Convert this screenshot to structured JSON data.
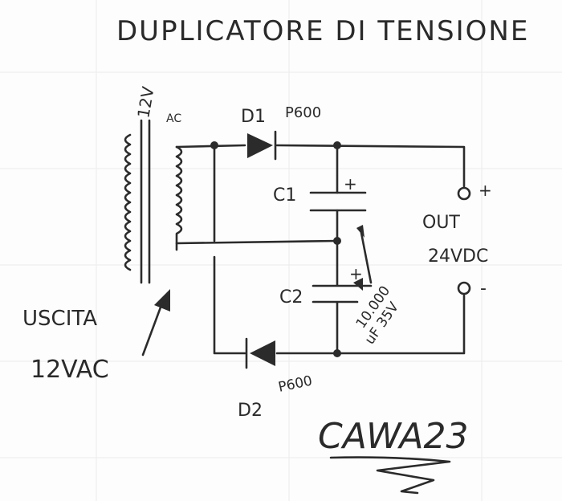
{
  "title": "DUPLICATORE DI TENSIONE",
  "transformer": {
    "rating_top": "12V",
    "rating_sub": "AC"
  },
  "diodes": [
    {
      "ref": "D1",
      "part": "P600"
    },
    {
      "ref": "D2",
      "part": "P600"
    }
  ],
  "capacitors": [
    {
      "ref": "C1",
      "polarity": "+"
    },
    {
      "ref": "C2",
      "polarity": "+"
    }
  ],
  "capacitor_value": {
    "line1": "10.000",
    "line2": "uF 35V"
  },
  "output": {
    "label": "OUT",
    "voltage": "24VDC",
    "plus": "+",
    "minus": "-"
  },
  "input": {
    "label": "USCITA",
    "voltage": "12VAC"
  },
  "signature": "CAWA23",
  "colors": {
    "ink": "#2b2b2b",
    "paper": "#fdfdfd"
  }
}
